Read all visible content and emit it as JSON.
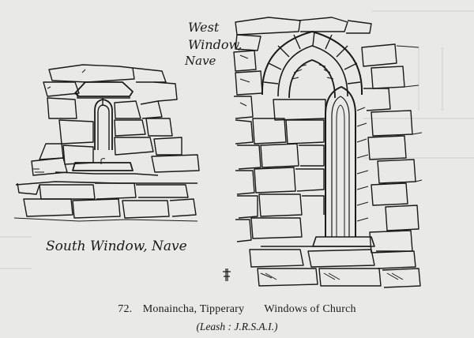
{
  "labels": {
    "west_window_line1": "West",
    "west_window_line2": "Window,",
    "west_window_line3": "Nave",
    "south_window": "South Window, Nave"
  },
  "caption": {
    "figure_number": "72.",
    "place": "Monaincha, Tipperary",
    "subject": "Windows of Church",
    "credit": "(Leash : J.R.S.A.I.)"
  },
  "colors": {
    "paper": "#e9e9e7",
    "ink": "#1a1a1a"
  }
}
